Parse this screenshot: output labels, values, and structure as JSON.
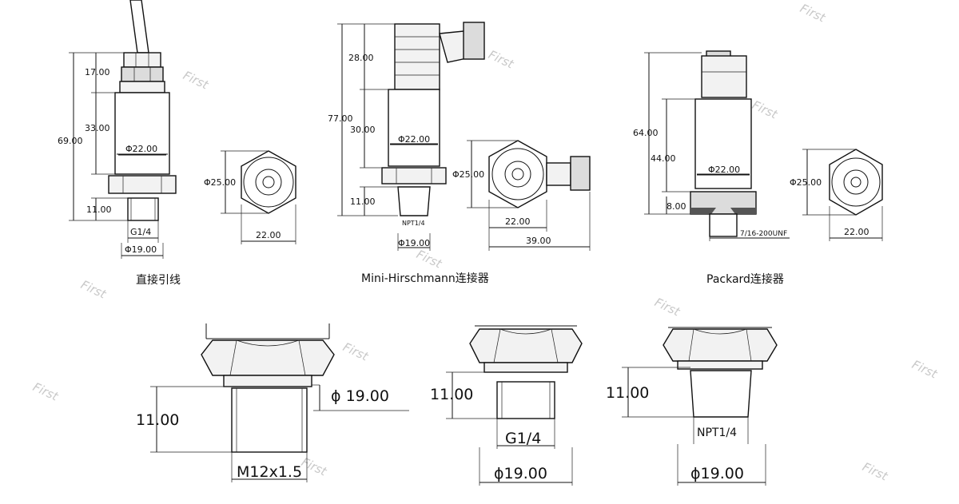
{
  "watermark": "First",
  "dims": {
    "d17": "17.00",
    "d33": "33.00",
    "d69": "69.00",
    "d11": "11.00",
    "d22": "Φ22.00",
    "d25": "Φ25.00",
    "d22plain": "22.00",
    "g14": "G1/4",
    "d19": "Φ19.00",
    "d28": "28.00",
    "d77": "77.00",
    "d30": "30.00",
    "npt": "NPT1/4",
    "d39": "39.00",
    "d64": "64.00",
    "d44": "44.00",
    "d8": "8.00",
    "unf": "7/16-200UNF",
    "m12": "M12x1.5",
    "phi19": "ϕ 19.00",
    "phi19b": "ϕ19.00",
    "d11big": "11.00",
    "npt14": "NPT1/4"
  },
  "captions": {
    "direct": "直接引线",
    "hirschmann": "Mini-Hirschmann连接器",
    "packard": "Packard连接器"
  }
}
